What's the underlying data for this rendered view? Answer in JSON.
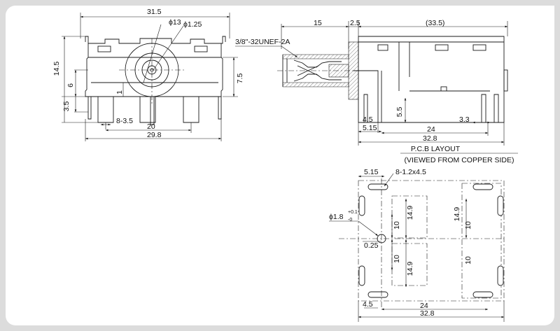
{
  "front_view": {
    "dims": {
      "width_top": "31.5",
      "hole_dia": "ϕ13",
      "pin_dia": "ϕ1.25",
      "height_total": "14.5",
      "offset_6": "6",
      "offset_3_5": "3.5",
      "offset_1": "1",
      "height_7_5": "7.5",
      "pin_spacing": "8-3.5",
      "pin_center": "20",
      "width_bottom": "29.8"
    }
  },
  "side_view": {
    "dims": {
      "shaft_len": "15",
      "gap": "2.5",
      "body_len": "(33.5)",
      "thread": "3/8\"-32UNEF-2A",
      "pin_height": "5.5",
      "d_4_5": "4.5",
      "d_5_15": "5.15",
      "d_3_3": "3.3",
      "d_24": "24",
      "d_32_8": "32.8"
    }
  },
  "pcb_layout": {
    "title": "P.C.B LAYOUT",
    "subtitle": "(VIEWED FROM COPPER SIDE)",
    "dims": {
      "d_5_15": "5.15",
      "slots": "8-1.2x4.5",
      "hole": "ϕ1.8",
      "tol_plus": "+0.1",
      "tol_minus": "-0",
      "d_0_25": "0.25",
      "v_14_9_top": "14.9",
      "v_10_top": "10",
      "v_10_bottom": "10",
      "v_14_9_bottom": "14.9",
      "v_14_9_right": "14.9",
      "v_10_right_top": "10",
      "v_10_right_bottom": "10",
      "d_4_5": "4.5",
      "d_24": "24",
      "d_32_8": "32.8"
    }
  }
}
